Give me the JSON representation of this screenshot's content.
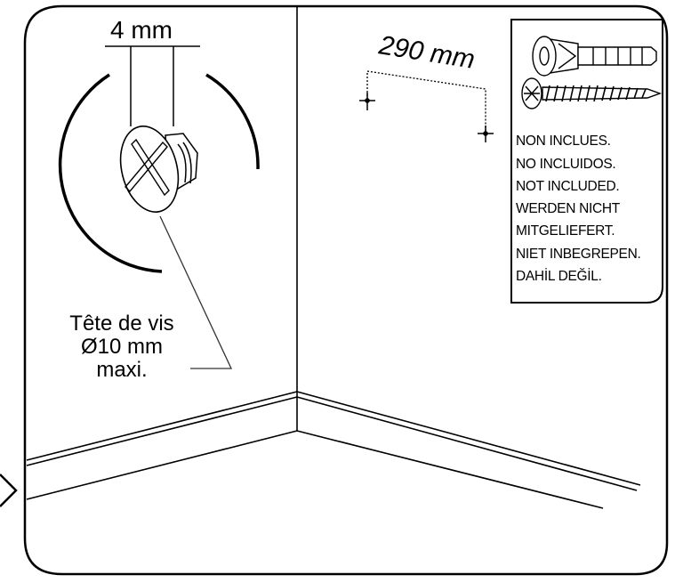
{
  "dimension_gap": "4 mm",
  "dimension_spacing": "290 mm",
  "screw_head_label": [
    "Tête de vis",
    "Ø10 mm",
    "maxi."
  ],
  "not_included_notice": [
    "NON INCLUES.",
    "NO INCLUIDOS.",
    "NOT INCLUDED.",
    "WERDEN NICHT",
    "MITGELIEFERT.",
    "NIET INBEGREPEN.",
    "DAHİL DEĞİL."
  ],
  "icons": {
    "wall_plug": "wall-plug-icon",
    "wood_screw": "wood-screw-icon",
    "screw_head": "cross-screw-head-icon"
  },
  "colors": {
    "line": "#000000",
    "background": "#ffffff",
    "leader": "#333333"
  }
}
